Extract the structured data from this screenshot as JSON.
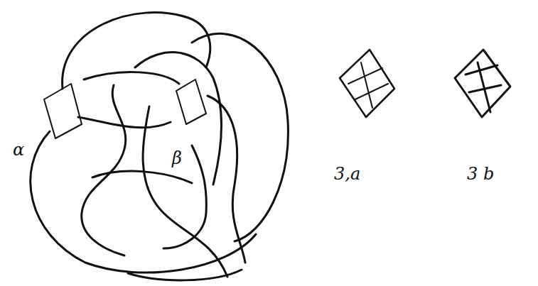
{
  "diagram": {
    "labels": [
      "α",
      "β",
      "3,a",
      "3 b"
    ]
  }
}
